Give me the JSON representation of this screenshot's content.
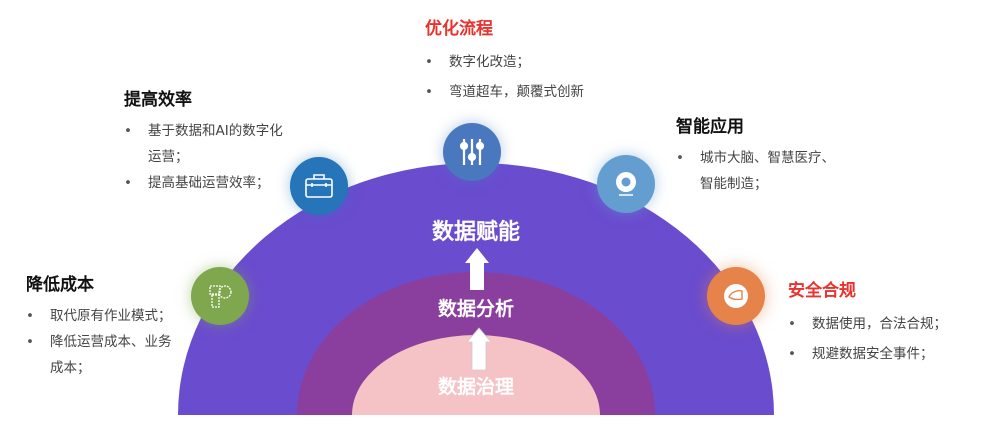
{
  "layers": [
    {
      "label": "数据赋能",
      "color": "#6a4ccf"
    },
    {
      "label": "数据分析",
      "color": "#8a3f9e"
    },
    {
      "label": "数据治理",
      "color": "#f5c2c6"
    }
  ],
  "blocks": {
    "cost": {
      "title": "降低成本",
      "items": [
        "取代原有作业模式；",
        "降低运营成本、业务成本；"
      ],
      "icon": "robot-icon",
      "color": "#7fa84e"
    },
    "efficiency": {
      "title": "提高效率",
      "items": [
        "基于数据和AI的数字化运营；",
        "提高基础运营效率；"
      ],
      "icon": "briefcase-icon",
      "color": "#2575b8"
    },
    "process": {
      "title": "优化流程",
      "items": [
        "数字化改造；",
        "弯道超车，颠覆式创新"
      ],
      "icon": "sliders-icon",
      "color": "#4a78bf"
    },
    "smart": {
      "title": "智能应用",
      "items": [
        "城市大脑、智慧医疗、智能制造；"
      ],
      "icon": "webcam-icon",
      "color": "#649ed0"
    },
    "security": {
      "title": "安全合规",
      "items": [
        "数据使用，合法合规；",
        "规避数据安全事件；"
      ],
      "icon": "shield-icon",
      "color": "#e5834a"
    }
  }
}
